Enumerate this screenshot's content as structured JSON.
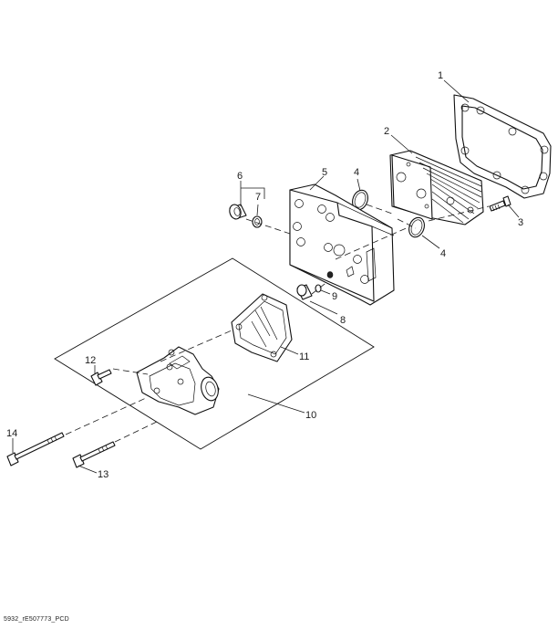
{
  "callouts": {
    "c1": "1",
    "c2": "2",
    "c3": "3",
    "c4a": "4",
    "c4b": "4",
    "c5": "5",
    "c6": "6",
    "c7": "7",
    "c8": "8",
    "c9": "9",
    "c10": "10",
    "c11": "11",
    "c12": "12",
    "c13": "13",
    "c14": "14"
  },
  "image_id": "5932_rE507773_PCD"
}
